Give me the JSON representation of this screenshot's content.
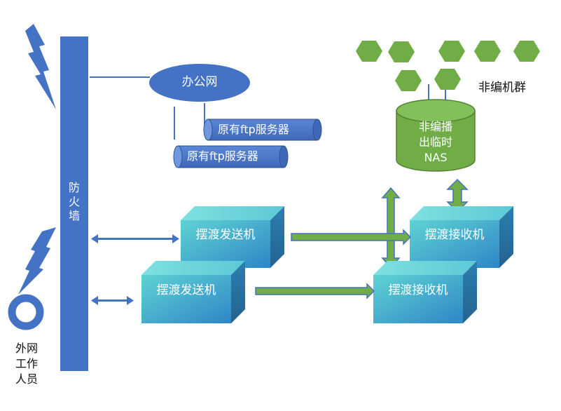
{
  "firewall": {
    "label": "防火墙"
  },
  "office_network": {
    "label": "办公网"
  },
  "ftp_servers": [
    {
      "label": "原有ftp服务器"
    },
    {
      "label": "原有ftp服务器"
    }
  ],
  "nas": {
    "line1": "非编播",
    "line2": "出临时",
    "line3": "NAS"
  },
  "edit_cluster": {
    "label": "非编机群",
    "node_color": "#70ad47"
  },
  "send_nodes": [
    {
      "label": "摆渡发送机"
    },
    {
      "label": "摆渡发送机"
    }
  ],
  "receive_nodes": [
    {
      "label": "摆渡接收机"
    },
    {
      "label": "摆渡接收机"
    }
  ],
  "external_staff": {
    "line1": "外网",
    "line2": "工作",
    "line3": "人员"
  },
  "colors": {
    "primary_blue": "#4472c4",
    "green": "#70ad47",
    "teal": "#43b8c8"
  }
}
